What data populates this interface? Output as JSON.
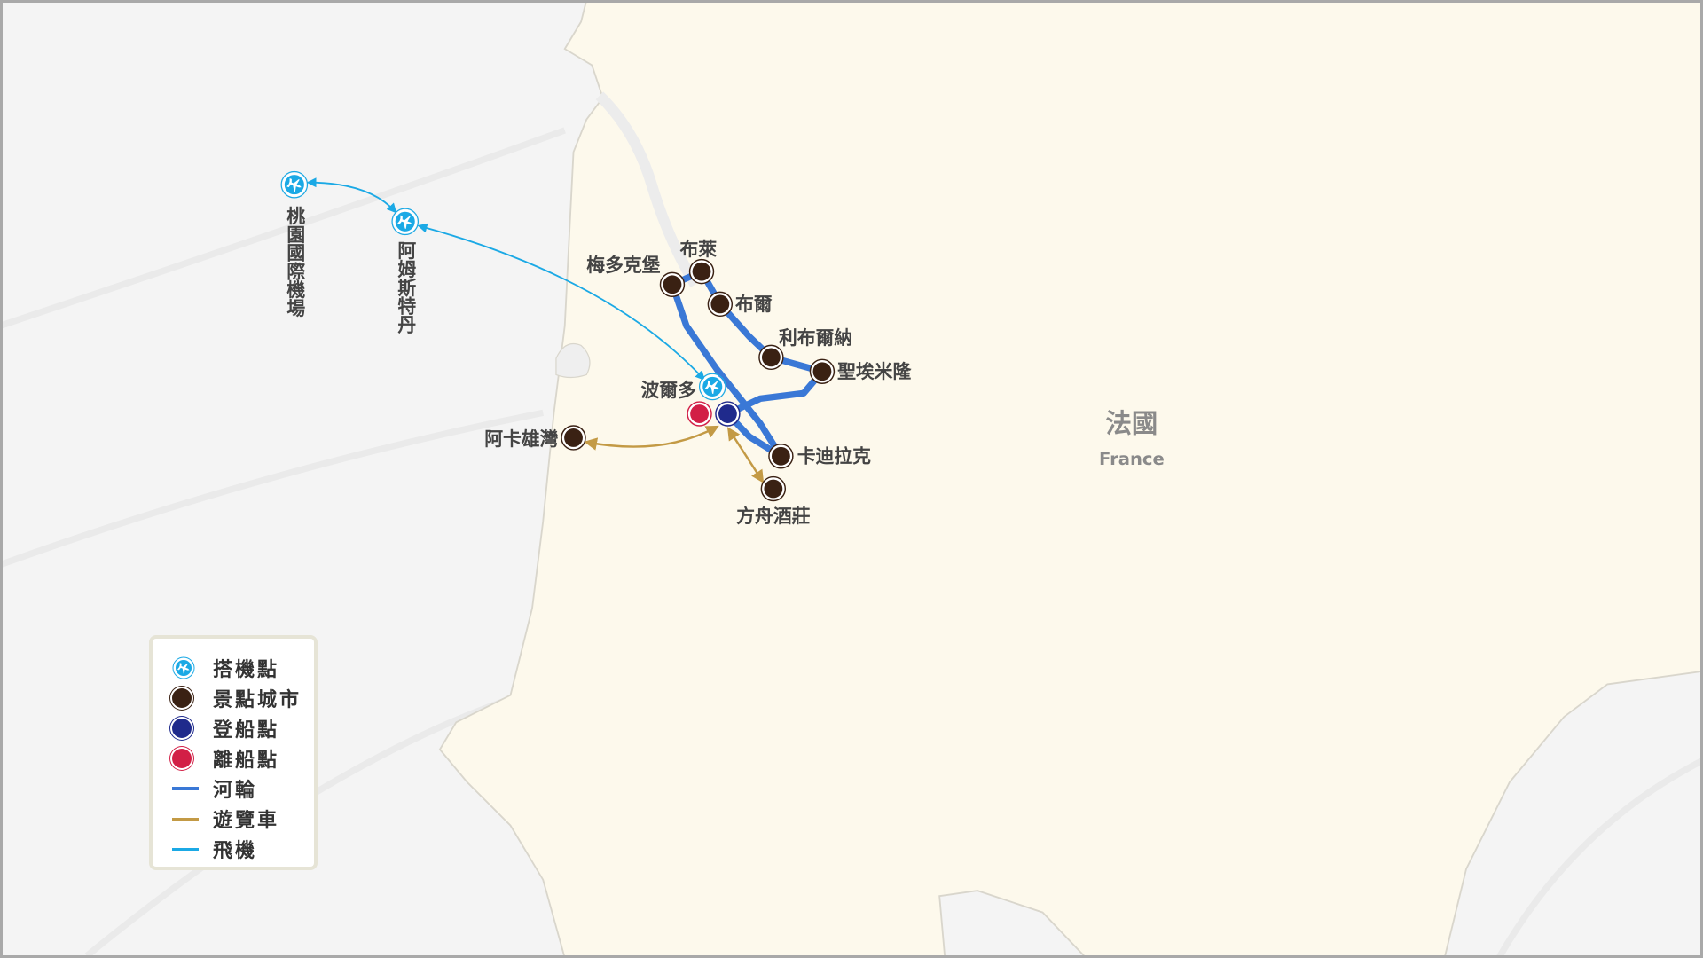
{
  "country": {
    "name_zh": "法國",
    "name_en": "France"
  },
  "places": {
    "taoyuan": "桃園國際機場",
    "amsterdam": "阿姆斯特丹",
    "bordeaux": "波爾多",
    "medoc": "梅多克堡",
    "blaye": "布萊",
    "bourg": "布爾",
    "libourne": "利布爾納",
    "saint_emilion": "聖埃米隆",
    "cadillac": "卡迪拉克",
    "arche": "方舟酒莊",
    "arcachon": "阿卡雄灣"
  },
  "legend": [
    {
      "label": "搭機點",
      "type": "airport"
    },
    {
      "label": "景點城市",
      "type": "city"
    },
    {
      "label": "登船點",
      "type": "embark"
    },
    {
      "label": "離船點",
      "type": "disembark"
    },
    {
      "label": "河輪",
      "type": "river"
    },
    {
      "label": "遊覽車",
      "type": "bus"
    },
    {
      "label": "飛機",
      "type": "flight"
    }
  ],
  "colors": {
    "river": "#3a78d6",
    "bus": "#c39a45",
    "flight": "#1ba9e5",
    "city": "#3a2113",
    "embark": "#1f2a8c",
    "disembark": "#d21f46",
    "land": "#fdf9ec"
  }
}
